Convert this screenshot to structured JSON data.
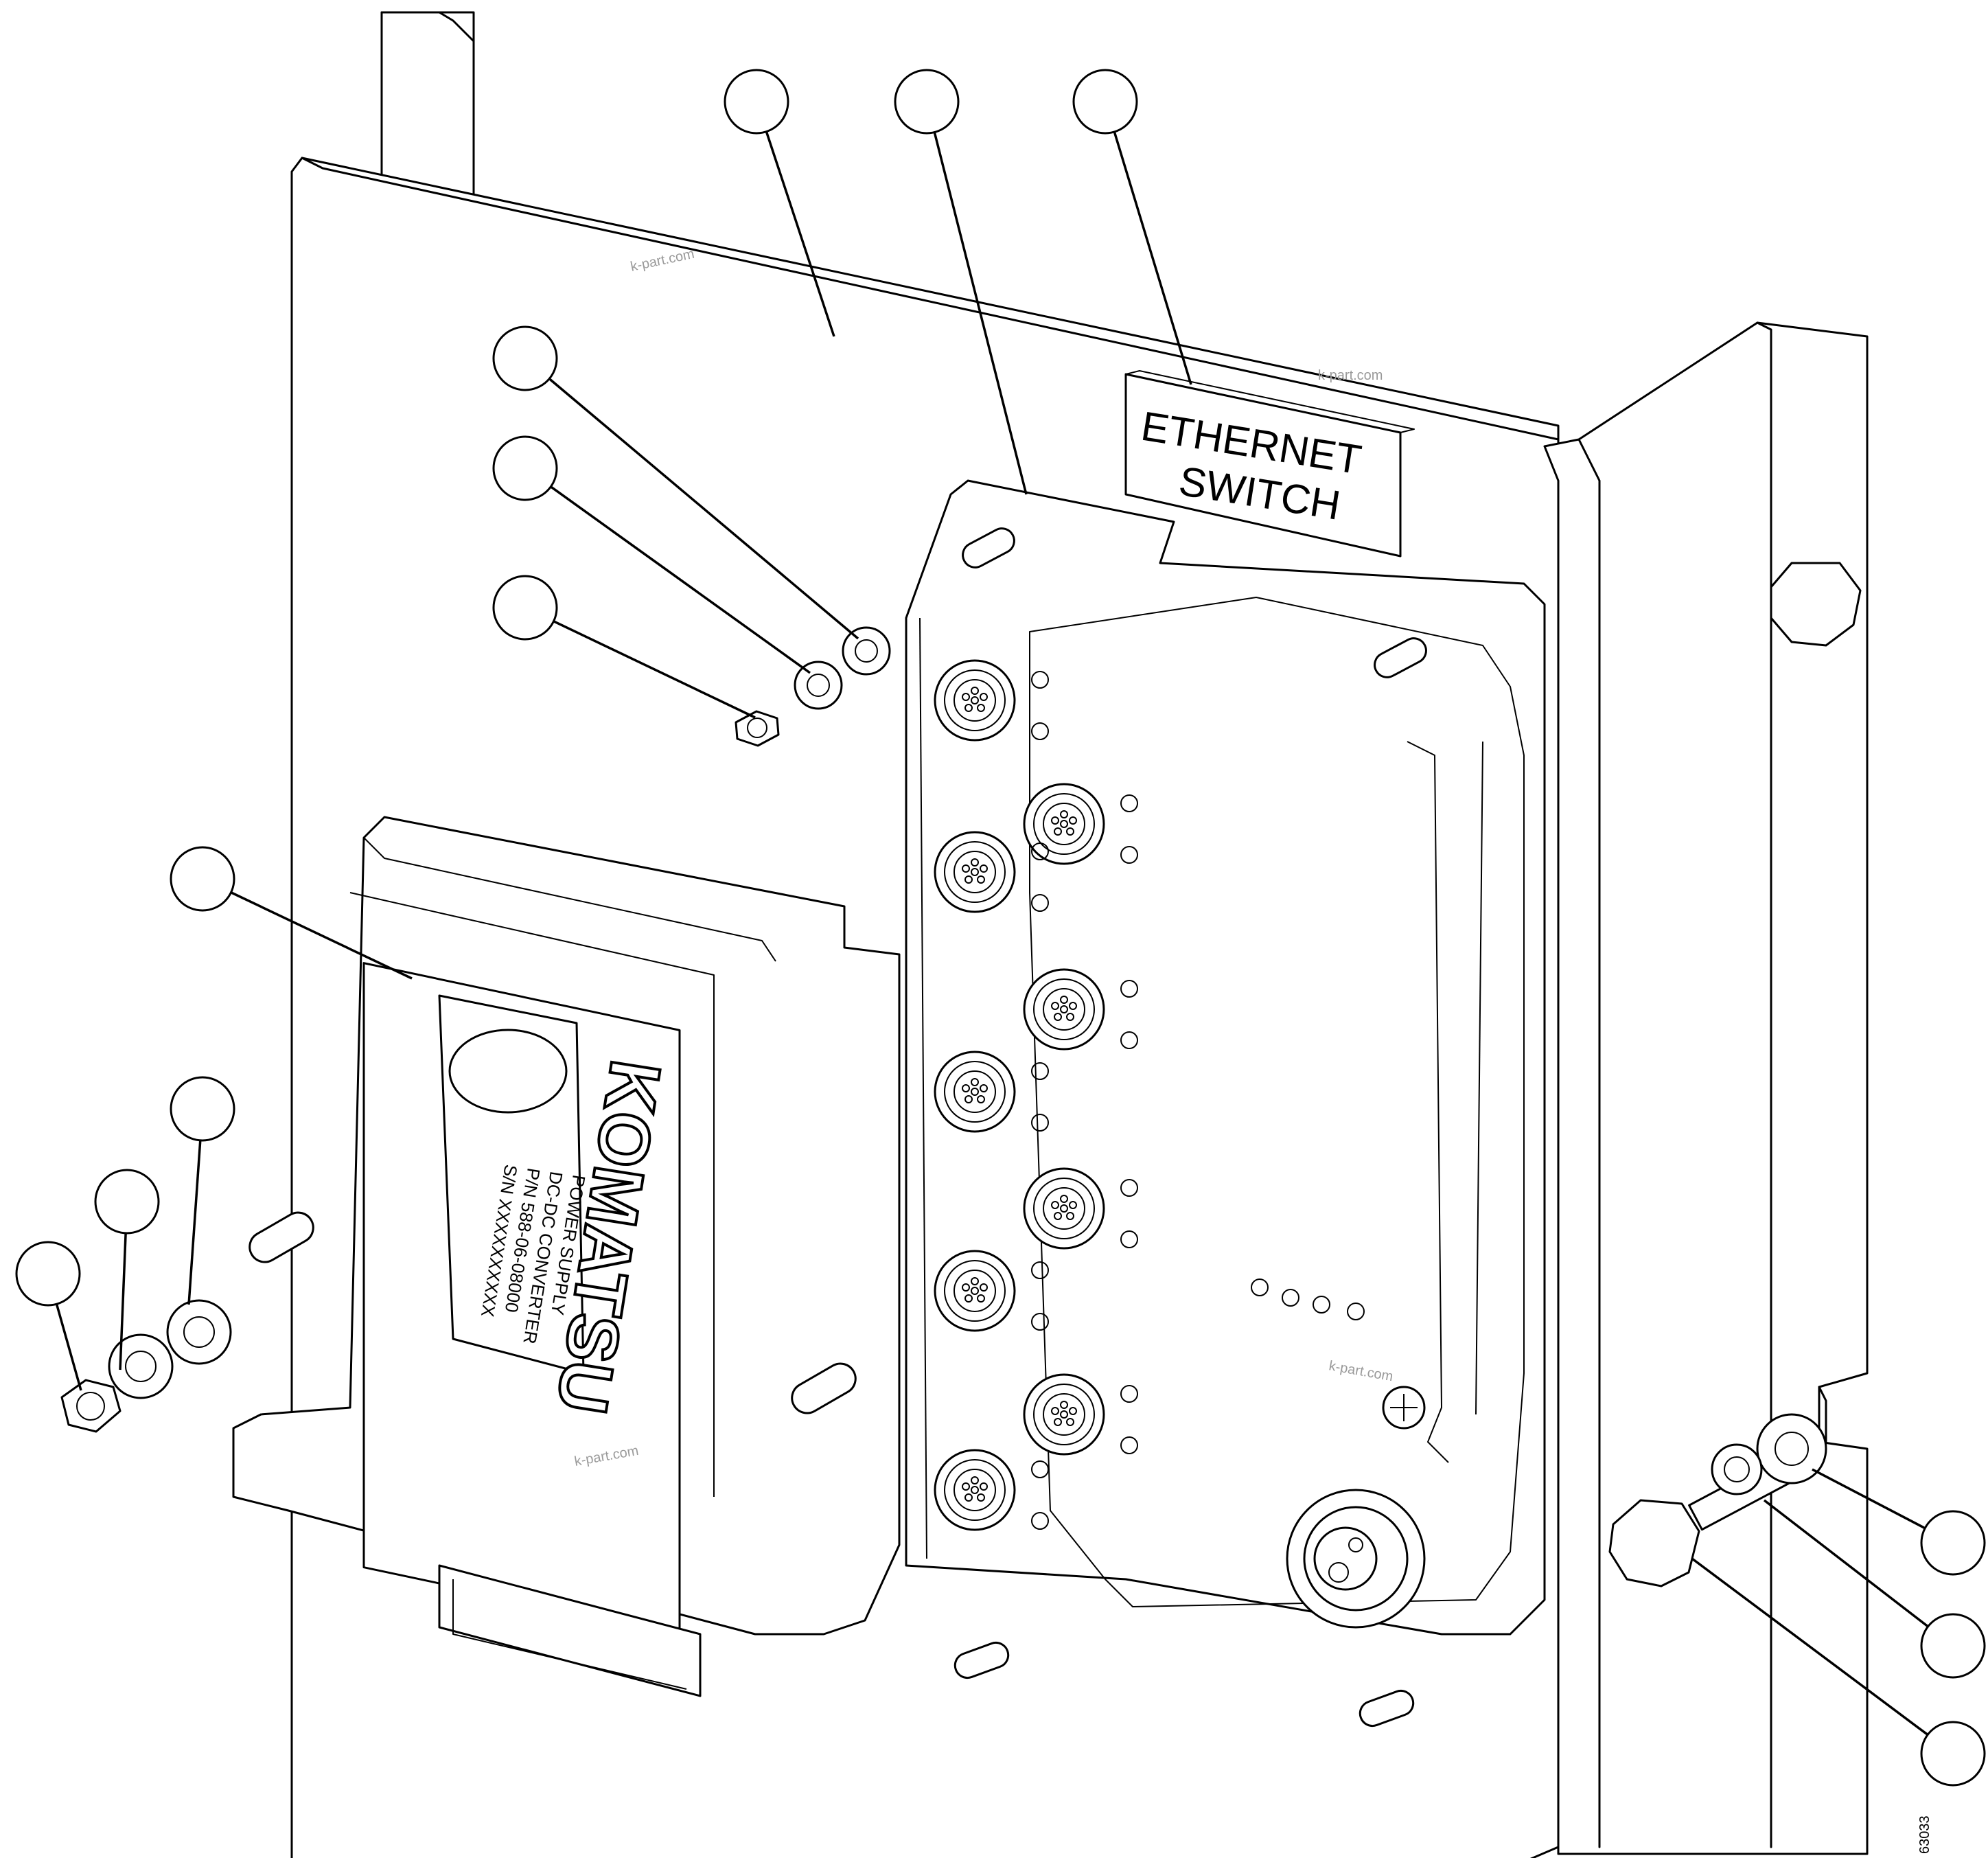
{
  "labels": {
    "switch_line1": "ETHERNET",
    "switch_line2": "SWITCH",
    "brand": "KOMATSU",
    "nameplate": [
      "POWER SUPPLY",
      "DC-DC CONVERTER",
      "P/N 588-06-08000",
      "S/N XXXXXXXXXX"
    ]
  },
  "watermark": "k-part.com",
  "figure_number": "63033",
  "callouts": [
    {
      "id": "callout-1",
      "label": ""
    },
    {
      "id": "callout-2",
      "label": ""
    },
    {
      "id": "callout-3",
      "label": ""
    },
    {
      "id": "callout-4",
      "label": ""
    },
    {
      "id": "callout-5",
      "label": ""
    },
    {
      "id": "callout-6",
      "label": ""
    },
    {
      "id": "callout-7",
      "label": ""
    },
    {
      "id": "callout-8",
      "label": ""
    },
    {
      "id": "callout-9",
      "label": ""
    },
    {
      "id": "callout-10",
      "label": ""
    },
    {
      "id": "callout-11",
      "label": ""
    },
    {
      "id": "callout-12",
      "label": ""
    },
    {
      "id": "callout-13",
      "label": ""
    }
  ]
}
